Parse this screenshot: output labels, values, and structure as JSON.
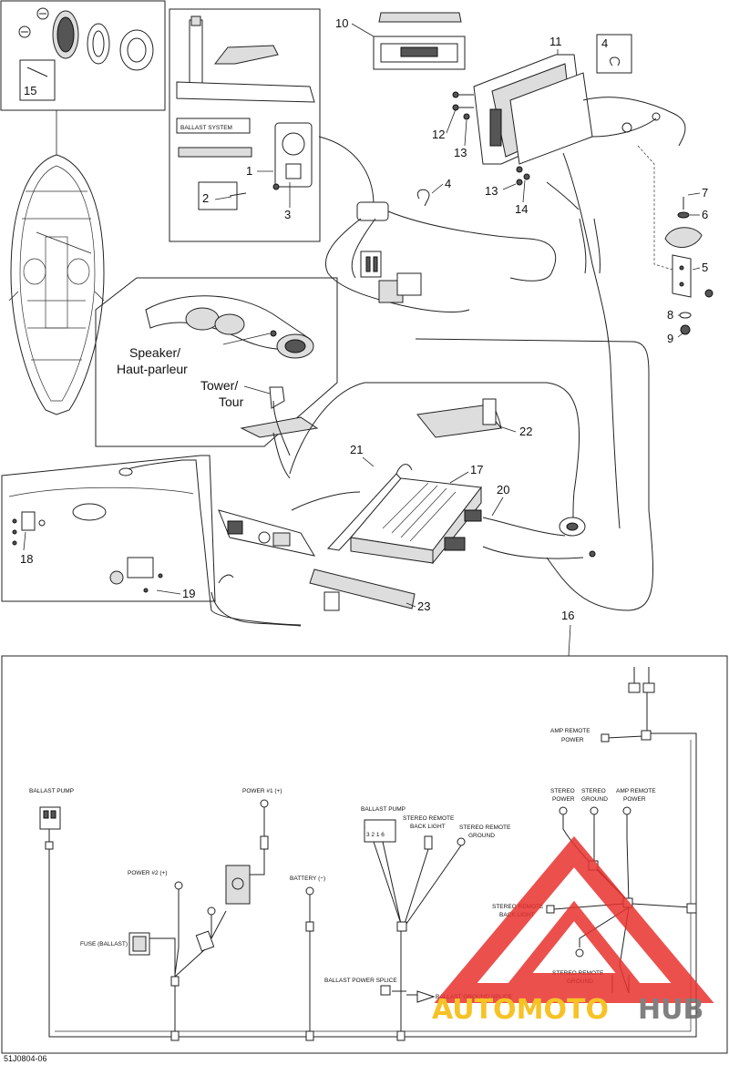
{
  "callouts": {
    "n1": "1",
    "n2": "2",
    "n3": "3",
    "n4": "4",
    "n4b": "4",
    "n5": "5",
    "n6": "6",
    "n7": "7",
    "n8": "8",
    "n9": "9",
    "n10": "10",
    "n11": "11",
    "n12": "12",
    "n13": "13",
    "n13b": "13",
    "n14": "14",
    "n15": "15",
    "n16": "16",
    "n17": "17",
    "n18": "18",
    "n19": "19",
    "n20": "20",
    "n21": "21",
    "n22": "22",
    "n23": "23"
  },
  "labels": {
    "speaker": "Speaker/",
    "speaker_fr": "Haut-parleur",
    "tower": "Tower/",
    "tower_fr": "Tour"
  },
  "wiring": {
    "amp_remote_power_top_1": "AMP REMOTE",
    "amp_remote_power_top_2": "POWER",
    "stereo_power_1": "STEREO",
    "stereo_power_2": "POWER",
    "stereo_ground_1": "STEREO",
    "stereo_ground_2": "GROUND",
    "amp_remote_power_1": "AMP REMOTE",
    "amp_remote_power_2": "POWER",
    "ballast_pump_left": "BALLAST PUMP",
    "power1": "POWER #1 (+)",
    "power2": "POWER #2 (+)",
    "battery": "BATTERY (−)",
    "fuse_ballast": "FUSE (BALLAST)",
    "ballast_pump_center": "BALLAST PUMP",
    "stereo_remote_back_light_1": "STEREO REMOTE",
    "stereo_remote_back_light_2": "BACK LIGHT",
    "stereo_remote_ground_1": "STEREO REMOTE",
    "stereo_remote_ground_2": "GROUND",
    "stereo_remote_back_light_r1": "STEREO REMOTE",
    "stereo_remote_back_light_r2": "BACK LIGHT",
    "stereo_remote_ground_r1": "STEREO REMOTE",
    "stereo_remote_ground_r2": "GROUND",
    "ballast_power_splice": "BALLAST POWER SPLICE",
    "ballast_ground_splice": "BALLAST GROUND SPLICE"
  },
  "footer": {
    "drawing_code": "51J0804-06"
  },
  "watermark": {
    "text_a": "AUTOMOTO",
    "text_b": "HUB",
    "color_red": "#e8322f",
    "color_yellow": "#f5b800",
    "color_gray": "#6b6b6b"
  }
}
